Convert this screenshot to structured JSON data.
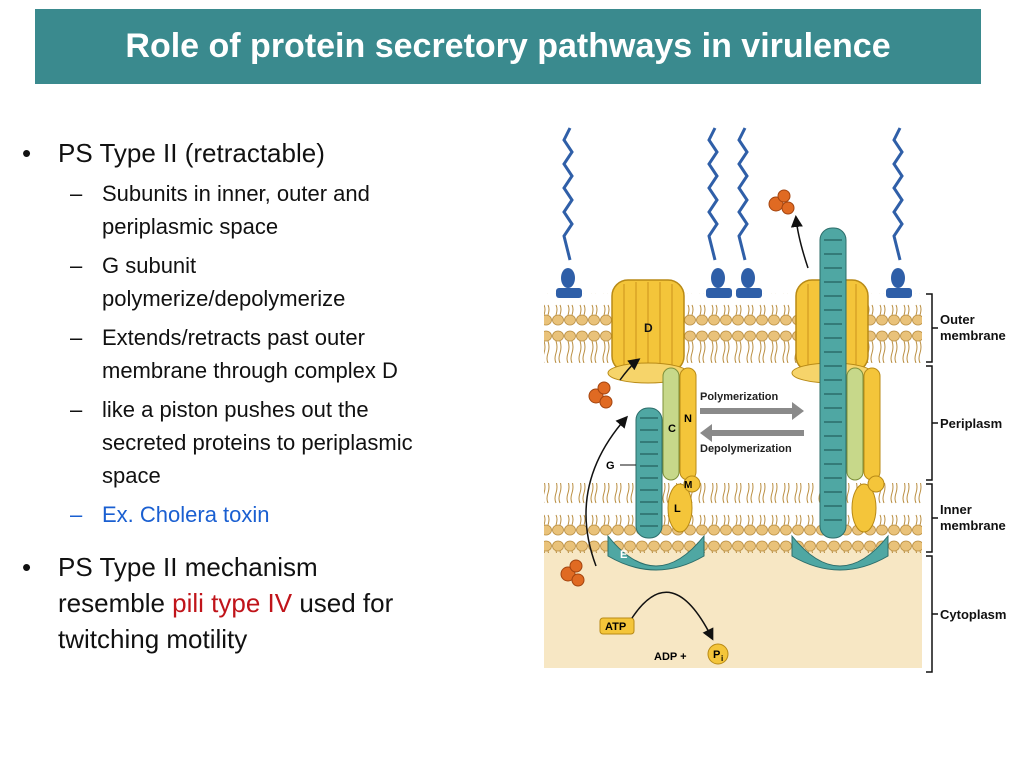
{
  "slide": {
    "title": "Role of protein secretory pathways in virulence"
  },
  "bullets": [
    {
      "text": "PS Type II (retractable)",
      "sub": [
        "Subunits in inner, outer and",
        "periplasmic space",
        "G subunit",
        "polymerize/depolymerize",
        "Extends/retracts past outer",
        "membrane through complex D",
        "like a piston pushes out the",
        "secreted proteins to periplasmic",
        "space",
        "Ex. Cholera toxin"
      ]
    },
    {
      "line1": "PS Type II mechanism",
      "line2_pre": "resemble ",
      "line2_red": "pili type IV",
      "line2_post": " used for",
      "line3": "twitching motility"
    }
  ],
  "figure": {
    "labels": {
      "outer_membrane_1": "Outer",
      "outer_membrane_2": "membrane",
      "periplasm": "Periplasm",
      "inner_membrane_1": "Inner",
      "inner_membrane_2": "membrane",
      "cytoplasm": "Cytoplasm",
      "polymerization": "Polymerization",
      "depolymerization": "Depolymerization",
      "D": "D",
      "C": "C",
      "N": "N",
      "G": "G",
      "M": "M",
      "L": "L",
      "E": "E",
      "atp": "ATP",
      "adp": "ADP +",
      "pi": "P",
      "pi_sub": "i"
    },
    "colors": {
      "title_bg": "#3a8a8e",
      "membrane": "#e2b86d",
      "cytoplasm": "#f7e7c4",
      "complex_yellow": "#f4c53a",
      "pilus_teal": "#4fa7a3",
      "lipo_blue": "#2f5fa8",
      "toxin_orange": "#e06a22"
    }
  }
}
